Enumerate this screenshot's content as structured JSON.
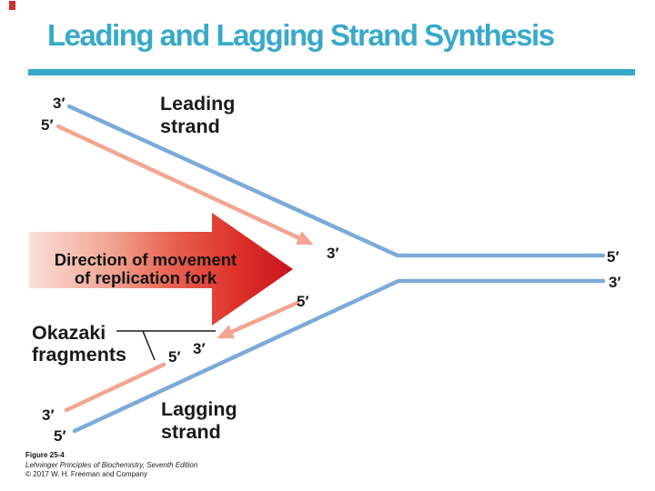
{
  "slide": {
    "title": "Leading and Lagging Strand Synthesis",
    "accent_color": "#39A9CA",
    "corner_mark_color": "#C9322B"
  },
  "diagram": {
    "labels": {
      "leading_strand_line1": "Leading",
      "leading_strand_line2": "strand",
      "lagging_strand_line1": "Lagging",
      "lagging_strand_line2": "strand",
      "okazaki_line1": "Okazaki",
      "okazaki_line2": "fragments",
      "arrow_line1": "Direction of movement",
      "arrow_line2": "of replication fork"
    },
    "prime_labels": {
      "top_left_template_3": "3′",
      "top_left_new_5": "5′",
      "leading_tip_3": "3′",
      "right_top_5": "5′",
      "right_bottom_3": "3′",
      "frag1_5": "5′",
      "frag1_3": "3′",
      "frag2_5": "5′",
      "bottom_left_new_3": "3′",
      "bottom_left_template_5": "5′"
    },
    "colors": {
      "template_strand_blue": "#7CABD7",
      "new_strand_salmon": "#F2A592",
      "arrow_deep_red": "#C9151F",
      "arrow_light_pink": "#FADFDA",
      "pointer_black": "#1a1a1a"
    },
    "caption": {
      "figure": "Figure 25-4",
      "book": "Lehninger Principles of Biochemistry, Seventh Edition",
      "copyright": "© 2017 W. H. Freeman and Company"
    }
  }
}
